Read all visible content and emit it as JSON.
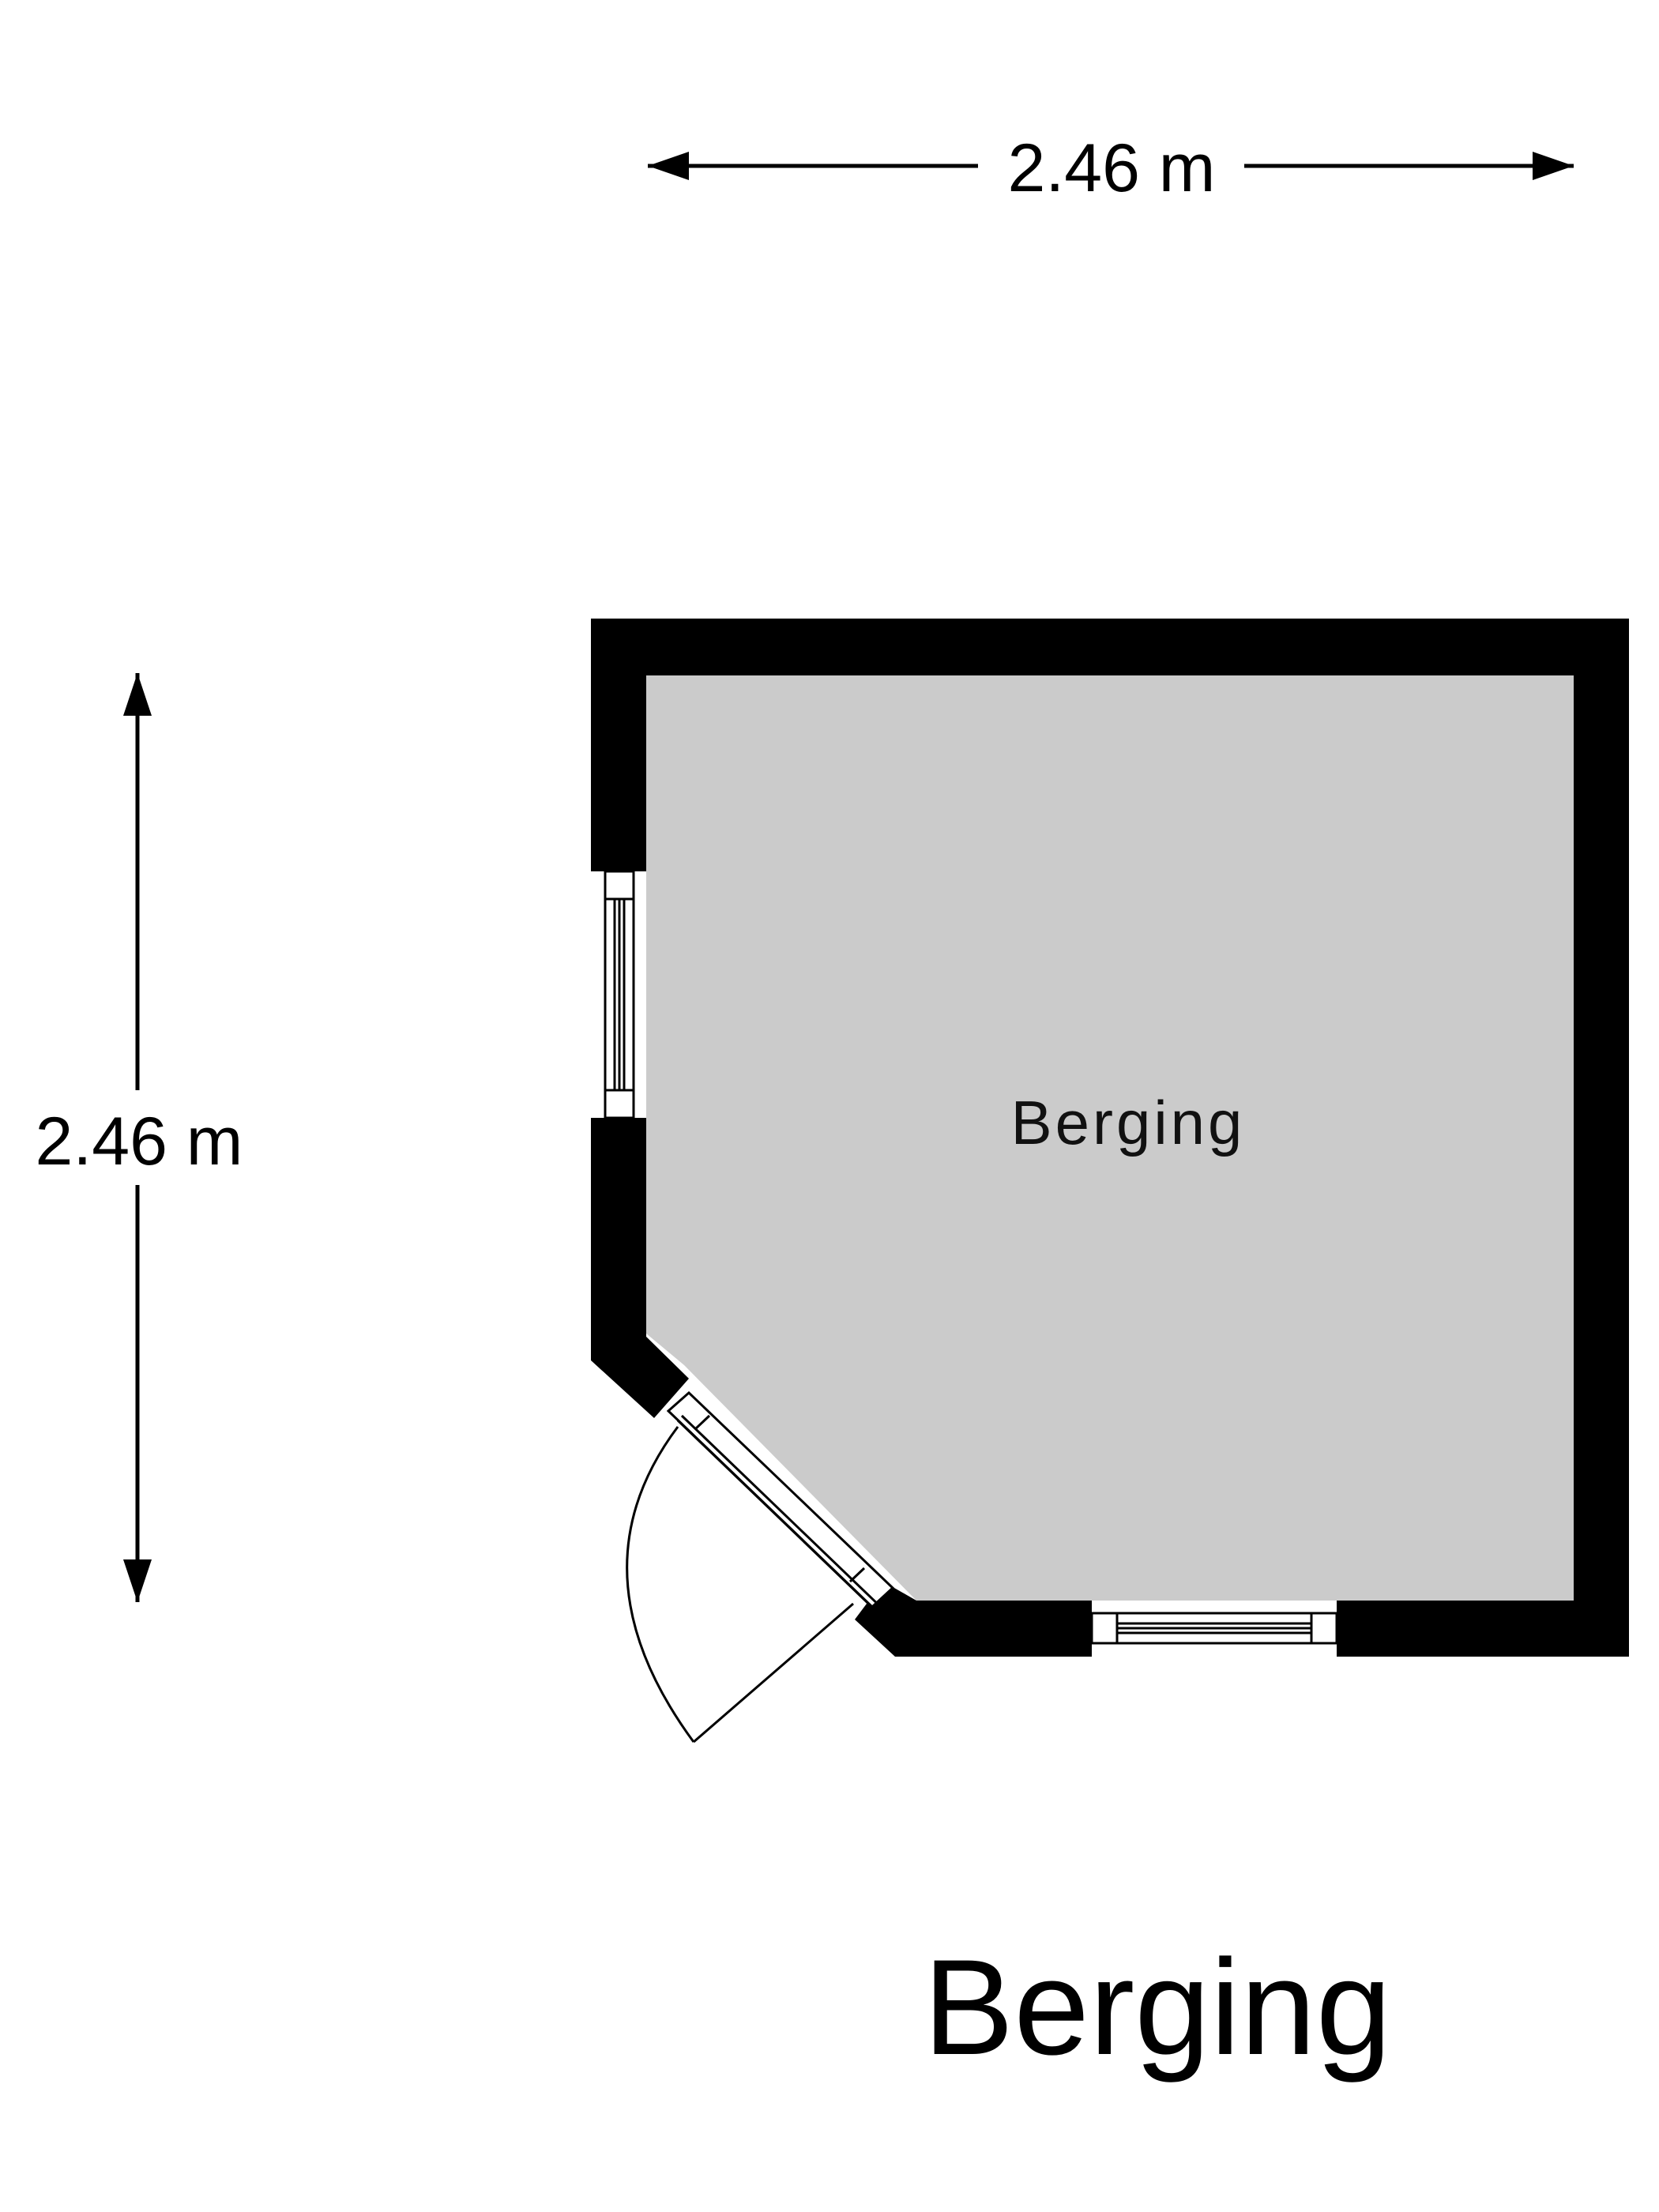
{
  "dimensions": {
    "width_label": "2.46 m",
    "height_label": "2.46 m"
  },
  "room": {
    "label": "Berging"
  },
  "floor": {
    "title": "Berging"
  },
  "colors": {
    "wall": "#000000",
    "room_fill": "#cbcbcb",
    "background": "#ffffff"
  }
}
